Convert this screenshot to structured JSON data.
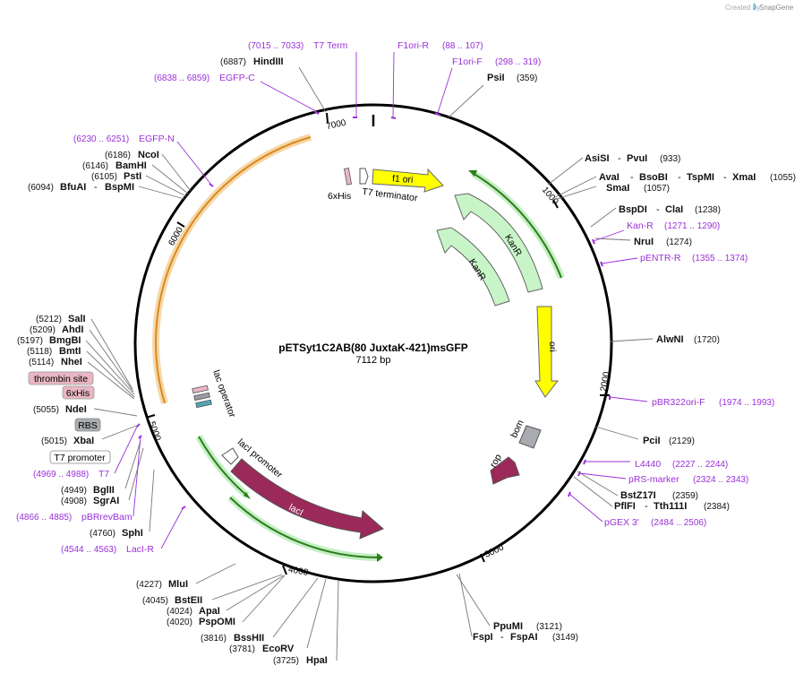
{
  "credit": {
    "prefix": "Created by",
    "brand": "SnapGene"
  },
  "plasmid": {
    "name": "pETSyt1C2AB(80 JuxtaK-421)msGFP",
    "size": "7112 bp"
  },
  "ticks": [
    "1000",
    "2000",
    "3000",
    "4000",
    "5000",
    "6000",
    "7000"
  ],
  "colors": {
    "backbone": "#000000",
    "primer": "#9b30d9",
    "ori": "#ffff00",
    "kanr": "#c8f5c8",
    "laci": "#9b2a5a",
    "egfp": "#f2a640"
  },
  "features": {
    "f1ori": "f1 ori",
    "kanr1": "KanR",
    "kanr2": "KanR",
    "ori": "ori",
    "bom": "bom",
    "rop": "rop",
    "laci": "lacI",
    "laci_promoter": "lacI promoter",
    "lac_operator": "lac operator",
    "his": "6xHis",
    "t7term": "T7 terminator"
  },
  "sites": {
    "psiI": {
      "name": "PsiI",
      "pos": "(359)"
    },
    "asisi": {
      "name": "AsiSI",
      "name2": "PvuI",
      "pos": "(933)"
    },
    "aval": {
      "name": "AvaI",
      "name2": "BsoBI",
      "name3": "TspMI",
      "name4": "XmaI",
      "pos": "(1055)"
    },
    "smal": {
      "name": "SmaI",
      "pos": "(1057)"
    },
    "bspdi": {
      "name": "BspDI",
      "name2": "ClaI",
      "pos": "(1238)"
    },
    "nrui": {
      "name": "NruI",
      "pos": "(1274)"
    },
    "alwni": {
      "name": "AlwNI",
      "pos": "(1720)"
    },
    "pcii": {
      "name": "PciI",
      "pos": "(2129)"
    },
    "bstz17i": {
      "name": "BstZ17I",
      "pos": "(2359)"
    },
    "pflfi": {
      "name": "PflFI",
      "name2": "Tth111I",
      "pos": "(2384)"
    },
    "ppumi": {
      "name": "PpuMI",
      "pos": "(3121)"
    },
    "fspi": {
      "name": "FspI",
      "name2": "FspAI",
      "pos": "(3149)"
    },
    "hpai": {
      "name": "HpaI",
      "pos": "(3725)"
    },
    "ecorv": {
      "name": "EcoRV",
      "pos": "(3781)"
    },
    "bsshii": {
      "name": "BssHII",
      "pos": "(3816)"
    },
    "pspomi": {
      "name": "PspOMI",
      "pos": "(4020)"
    },
    "apai": {
      "name": "ApaI",
      "pos": "(4024)"
    },
    "bsteii": {
      "name": "BstEII",
      "pos": "(4045)"
    },
    "mlui": {
      "name": "MluI",
      "pos": "(4227)"
    },
    "sphi": {
      "name": "SphI",
      "pos": "(4760)"
    },
    "sgrai": {
      "name": "SgrAI",
      "pos": "(4908)"
    },
    "bglii": {
      "name": "BglII",
      "pos": "(4949)"
    },
    "xbai": {
      "name": "XbaI",
      "pos": "(5015)"
    },
    "ndei": {
      "name": "NdeI",
      "pos": "(5055)"
    },
    "nhei": {
      "name": "NheI",
      "pos": "(5114)"
    },
    "bmti": {
      "name": "BmtI",
      "pos": "(5118)"
    },
    "bmgbi": {
      "name": "BmgBI",
      "pos": "(5197)"
    },
    "ahdi": {
      "name": "AhdI",
      "pos": "(5209)"
    },
    "sali": {
      "name": "SalI",
      "pos": "(5212)"
    },
    "bfuai": {
      "name": "BfuAI",
      "name2": "BspMI",
      "pos": "(6094)"
    },
    "psti": {
      "name": "PstI",
      "pos": "(6105)"
    },
    "bamhi": {
      "name": "BamHI",
      "pos": "(6146)"
    },
    "ncoi": {
      "name": "NcoI",
      "pos": "(6186)"
    },
    "hindiii": {
      "name": "HindIII",
      "pos": "(6887)"
    }
  },
  "primers": {
    "t7term": {
      "name": "T7 Term",
      "range": "(7015 .. 7033)"
    },
    "f1orir": {
      "name": "F1ori-R",
      "range": "(88 .. 107)"
    },
    "f1orif": {
      "name": "F1ori-F",
      "range": "(298 .. 319)"
    },
    "egfpc": {
      "name": "EGFP-C",
      "range": "(6838 .. 6859)"
    },
    "egfpn": {
      "name": "EGFP-N",
      "range": "(6230 .. 6251)"
    },
    "kanr": {
      "name": "Kan-R",
      "range": "(1271 .. 1290)"
    },
    "pentr": {
      "name": "pENTR-R",
      "range": "(1355 .. 1374)"
    },
    "pbr322": {
      "name": "pBR322ori-F",
      "range": "(1974 .. 1993)"
    },
    "l4440": {
      "name": "L4440",
      "range": "(2227 .. 2244)"
    },
    "prs": {
      "name": "pRS-marker",
      "range": "(2324 .. 2343)"
    },
    "pgex": {
      "name": "pGEX 3'",
      "range": "(2484 .. 2506)"
    },
    "laciR": {
      "name": "LacI-R",
      "range": "(4544 .. 4563)"
    },
    "pbrrev": {
      "name": "pBRrevBam",
      "range": "(4866 .. 4885)"
    },
    "t7": {
      "name": "T7",
      "range": "(4969 .. 4988)"
    }
  },
  "boxes": {
    "thrombin": "thrombin site",
    "his6": "6xHis",
    "rbs": "RBS",
    "t7promoter": "T7 promoter"
  }
}
